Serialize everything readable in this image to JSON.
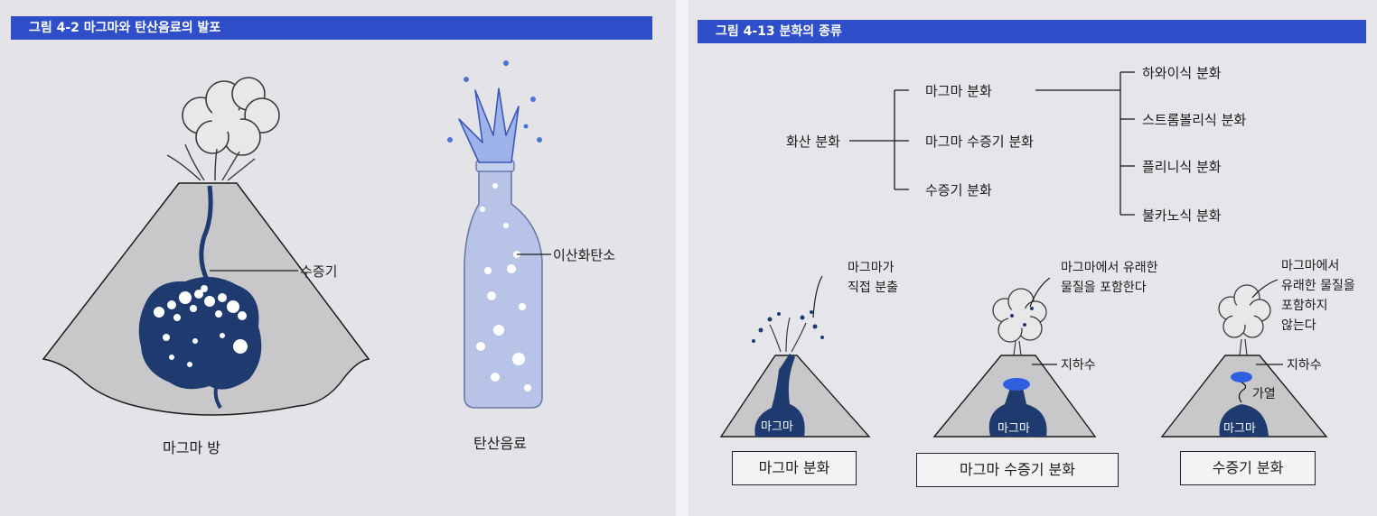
{
  "left_figure": {
    "title": "그림 4-2 마그마와 탄산음료의 발포",
    "labels": {
      "steam": "수증기",
      "co2": "이산화탄소",
      "magma_chamber": "마그마 방",
      "soda": "탄산음료"
    }
  },
  "right_figure": {
    "title": "그림 4-13 분화의 종류",
    "tree": {
      "root": "화산 분화",
      "branches": [
        "마그마 분화",
        "마그마 수증기 분화",
        "수증기 분화"
      ],
      "magmatic_types": [
        "하와이식 분화",
        "스트롬볼리식 분화",
        "플리니식 분화",
        "불카노식 분화"
      ]
    },
    "panels": [
      {
        "name": "마그마 분화",
        "callout_lines": [
          "마그마가",
          "직접 분출"
        ],
        "magma": "마그마"
      },
      {
        "name": "마그마 수증기 분화",
        "callout_lines": [
          "마그마에서 유래한",
          "물질을 포함한다"
        ],
        "groundwater": "지하수",
        "magma": "마그마"
      },
      {
        "name": "수증기 분화",
        "callout_lines": [
          "마그마에서",
          "유래한 물질을",
          "포함하지",
          "않는다"
        ],
        "groundwater": "지하수",
        "heating": "가열",
        "magma": "마그마"
      }
    ]
  },
  "colors": {
    "title_bar": "#2e4fc9",
    "magma": "#1e3a6e",
    "volcano": "#c6c6c8",
    "bottle": "#aebde6",
    "groundwater": "#2f5fe0"
  }
}
